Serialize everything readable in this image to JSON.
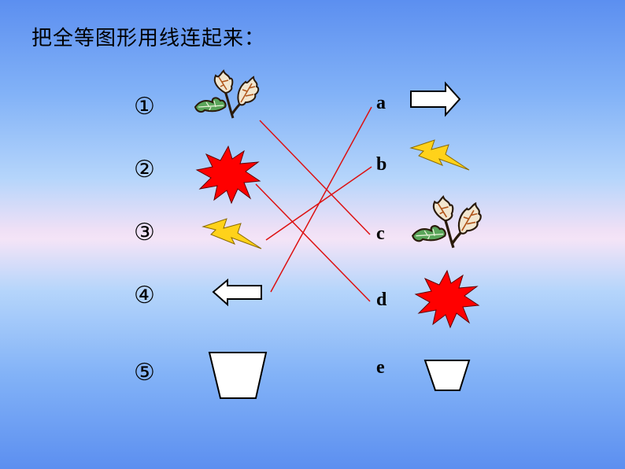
{
  "title": "把全等图形用线连起来：",
  "left_labels": [
    "①",
    "②",
    "③",
    "④",
    "⑤"
  ],
  "right_labels": [
    "a",
    "b",
    "c",
    "d",
    "e"
  ],
  "left_shapes": [
    "leaf-icon",
    "starburst-icon",
    "lightning-icon",
    "arrow-left-icon",
    "trapezoid-icon"
  ],
  "right_shapes": [
    "arrow-right-icon",
    "lightning-icon",
    "leaf-icon",
    "starburst-icon",
    "trapezoid-icon"
  ],
  "colors": {
    "line": "#dd1111",
    "starburst": "#ff0000",
    "lightning": "#ffd21a",
    "leaf_outline": "#8a3a1a",
    "leaf_green": "#4a9a4a"
  }
}
